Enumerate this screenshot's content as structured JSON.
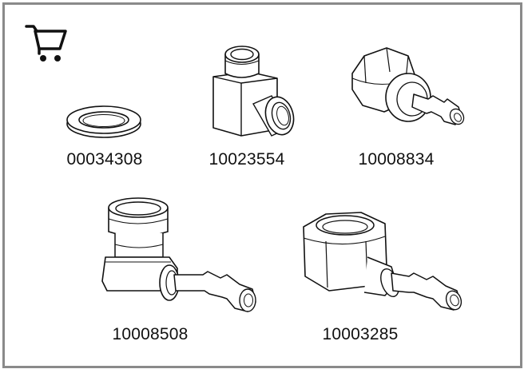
{
  "icons": {
    "cart": "shopping-cart-icon"
  },
  "parts": [
    {
      "number": "00034308",
      "icon": "flat-washer"
    },
    {
      "number": "10023554",
      "icon": "elbow-block-fitting"
    },
    {
      "number": "10008834",
      "icon": "hex-nut-hose-barb"
    },
    {
      "number": "10008508",
      "icon": "elbow-hose-barb-fitting"
    },
    {
      "number": "10003285",
      "icon": "hex-nut-elbow-hose-barb"
    }
  ],
  "colors": {
    "border": "#8a8a8a",
    "line": "#111111",
    "fill": "#ffffff"
  }
}
